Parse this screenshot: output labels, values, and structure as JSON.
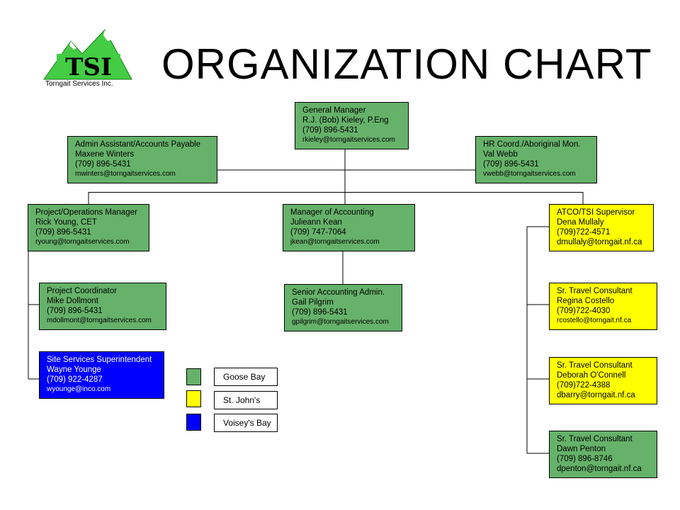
{
  "title": "ORGANIZATION CHART",
  "logo": {
    "mark": "TSI",
    "company": "Torngait Services Inc."
  },
  "colors": {
    "goose_bay": "#66b26a",
    "st_johns": "#ffff00",
    "voiseys_bay": "#0000ff"
  },
  "nodes": {
    "general_manager": {
      "role": "General Manager",
      "name": "R.J. (Bob) Kieley, P.Eng",
      "phone": "(709) 896-5431",
      "email": "rkieley@torngaitservices.com"
    },
    "admin_assistant": {
      "role": "Admin Assistant/Accounts Payable",
      "name": "Maxene Winters",
      "phone": "(709) 896-5431",
      "email": "mwinters@torngaitservices.com"
    },
    "hr_coord": {
      "role": "HR Coord./Aboriginal Mon.",
      "name": "Val Webb",
      "phone": "(709) 896-5431",
      "email": "vwebb@torngaitservices.com"
    },
    "project_manager": {
      "role": "Project/Operations Manager",
      "name": "Rick Young, CET",
      "phone": "(709) 896-5431",
      "email": "ryoung@torngaitservices.com"
    },
    "accounting_manager": {
      "role": "Manager of  Accounting",
      "name": "Julieann Kean",
      "phone": "(709) 747-7064",
      "email": "jkean@torngaitservices.com"
    },
    "atco_supervisor": {
      "role": "ATCO/TSI Supervisor",
      "name": "Dena Mullaly",
      "phone": "(709)722-4571",
      "email": "dmullaly@torngait.nf.ca"
    },
    "project_coordinator": {
      "role": "Project Coordinator",
      "name": "Mike Dollmont",
      "phone": "(709) 896-5431",
      "email": "mdollmont@torngaitservices.com"
    },
    "senior_accounting": {
      "role": "Senior Accounting Admin.",
      "name": "Gail Pilgrim",
      "phone": "(709) 896-5431",
      "email": "gpilgrim@torngaitservices.com"
    },
    "travel_costello": {
      "role": "Sr. Travel Consultant",
      "name": "Regina Costello",
      "phone": "(709)722-4030",
      "email": "rcostello@torngait.nf.ca"
    },
    "site_services": {
      "role": "Site Services Superintendent",
      "name": "Wayne Younge",
      "phone": "(709) 922-4287",
      "email": "wyounge@inco.com"
    },
    "travel_oconnell": {
      "role": "Sr. Travel Consultant",
      "name": "Deborah O'Connell",
      "phone": "(709)722-4388",
      "email": "dbarry@torngait.nf.ca"
    },
    "travel_penton": {
      "role": "Sr. Travel Consultant",
      "name": "Dawn Penton",
      "phone": "(709) 896-8746",
      "email": "dpenton@torngait.nf.ca"
    }
  },
  "legend": [
    {
      "label": "Goose Bay",
      "color": "#66b26a"
    },
    {
      "label": "St. John's",
      "color": "#ffff00"
    },
    {
      "label": "Voisey's Bay",
      "color": "#0000ff"
    }
  ]
}
